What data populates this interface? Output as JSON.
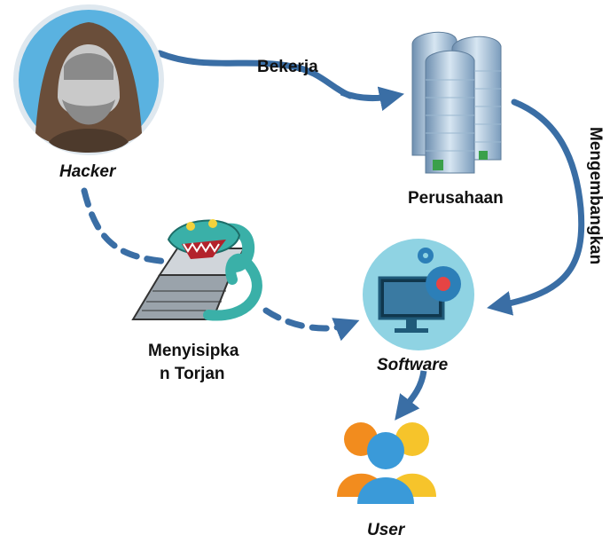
{
  "nodes": {
    "hacker": "Hacker",
    "company": "Perusahaan",
    "trojan_line1": "Menyisipka",
    "trojan_line2": "n Torjan",
    "software": "Software",
    "user": "User"
  },
  "edges": {
    "works": "Bekerja",
    "develops": "Mengembangkan"
  },
  "colors": {
    "arrow": "#3a6ea5",
    "hacker_bg": "#5ab2e0",
    "software_bg": "#8fd3e3",
    "gear": "#2c7fb8",
    "gear_red": "#e64444"
  }
}
